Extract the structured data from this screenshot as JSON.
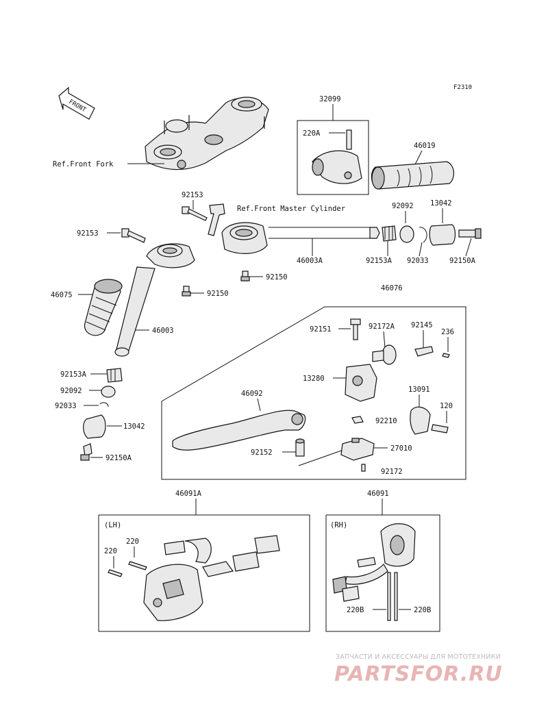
{
  "figure_code": "F2310",
  "front_marker": "FRONT",
  "refs": {
    "front_fork": "Ref.Front Fork",
    "master_cylinder": "Ref.Front Master Cylinder"
  },
  "labels": {
    "p32099": "32099",
    "p220A": "220A",
    "p46019": "46019",
    "p92153_top": "92153",
    "p92092_top": "92092",
    "p13042_top": "13042",
    "p92153_left": "92153",
    "p46003A": "46003A",
    "p92153A_top": "92153A",
    "p92033_top": "92033",
    "p92150A_top": "92150A",
    "p92150_a": "92150",
    "p92150_b": "92150",
    "p46075": "46075",
    "p46003": "46003",
    "p46076": "46076",
    "p92151": "92151",
    "p92172A": "92172A",
    "p92145": "92145",
    "p236": "236",
    "p13280": "13280",
    "p46092": "46092",
    "p13091": "13091",
    "p120": "120",
    "p92210": "92210",
    "p92152": "92152",
    "p27010": "27010",
    "p92172": "92172",
    "p92153A_left": "92153A",
    "p92092_left": "92092",
    "p92033_left": "92033",
    "p13042_left": "13042",
    "p92150A_left": "92150A",
    "p46091A": "46091A",
    "p46091": "46091",
    "lh": "(LH)",
    "rh": "(RH)",
    "p220_a": "220",
    "p220_b": "220",
    "p220B_a": "220B",
    "p220B_b": "220B"
  },
  "watermark": {
    "tagline": "ЗАПЧАСТИ И АКСЕССУАРЫ ДЛЯ МОТОТЕХНИКИ",
    "logo": "PARTSFOR.RU"
  }
}
